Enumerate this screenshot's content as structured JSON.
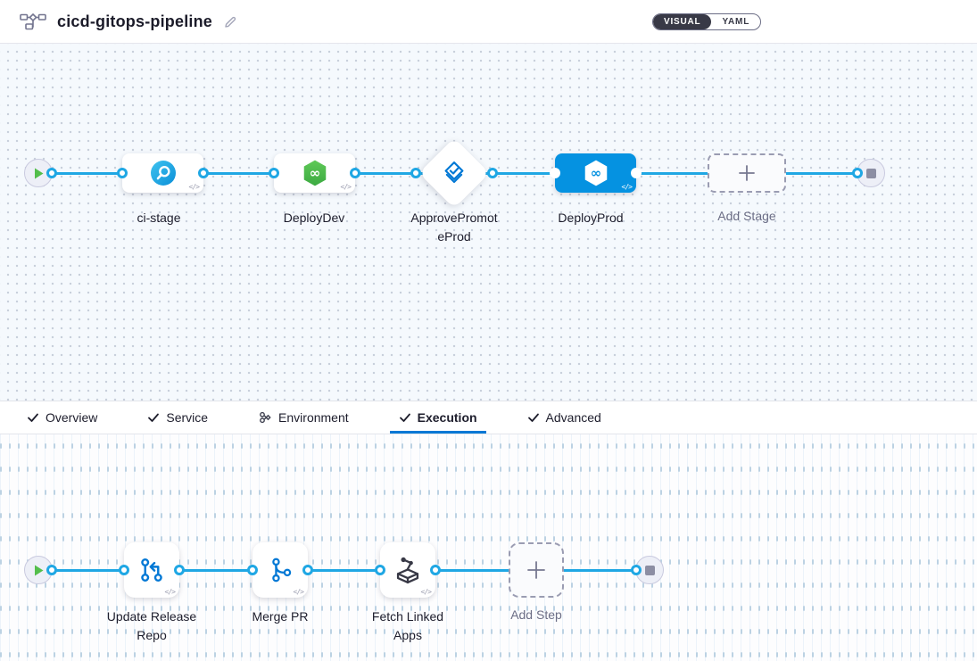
{
  "header": {
    "title": "cicd-gitops-pipeline",
    "view_toggle": {
      "visual": "VISUAL",
      "yaml": "YAML",
      "selected": "VISUAL"
    }
  },
  "icons": {
    "code_badge": "</>"
  },
  "stage_pipeline": {
    "stages": [
      {
        "name": "ci-stage",
        "type": "ci-build"
      },
      {
        "name": "DeployDev",
        "type": "deployment"
      },
      {
        "name": "ApprovePromoteProd",
        "type": "approval"
      },
      {
        "name": "DeployProd",
        "type": "deployment",
        "selected": true
      }
    ],
    "add_stage_label": "Add Stage"
  },
  "config_tabs": [
    {
      "label": "Overview",
      "icon": "check"
    },
    {
      "label": "Service",
      "icon": "check"
    },
    {
      "label": "Environment",
      "icon": "environment"
    },
    {
      "label": "Execution",
      "icon": "check",
      "active": true
    },
    {
      "label": "Advanced",
      "icon": "check"
    }
  ],
  "execution_steps": {
    "steps": [
      {
        "name": "Update Release Repo"
      },
      {
        "name": "Merge PR"
      },
      {
        "name": "Fetch Linked Apps"
      }
    ],
    "add_step_label": "Add Step"
  },
  "colors": {
    "accent_blue": "#0592E1",
    "connector_blue": "#1FA7E4",
    "deploy_green": "#43B44B",
    "dark_slate": "#383946",
    "tab_underline": "#0278D5",
    "canvas_top_bg": "#F5F9FD"
  }
}
